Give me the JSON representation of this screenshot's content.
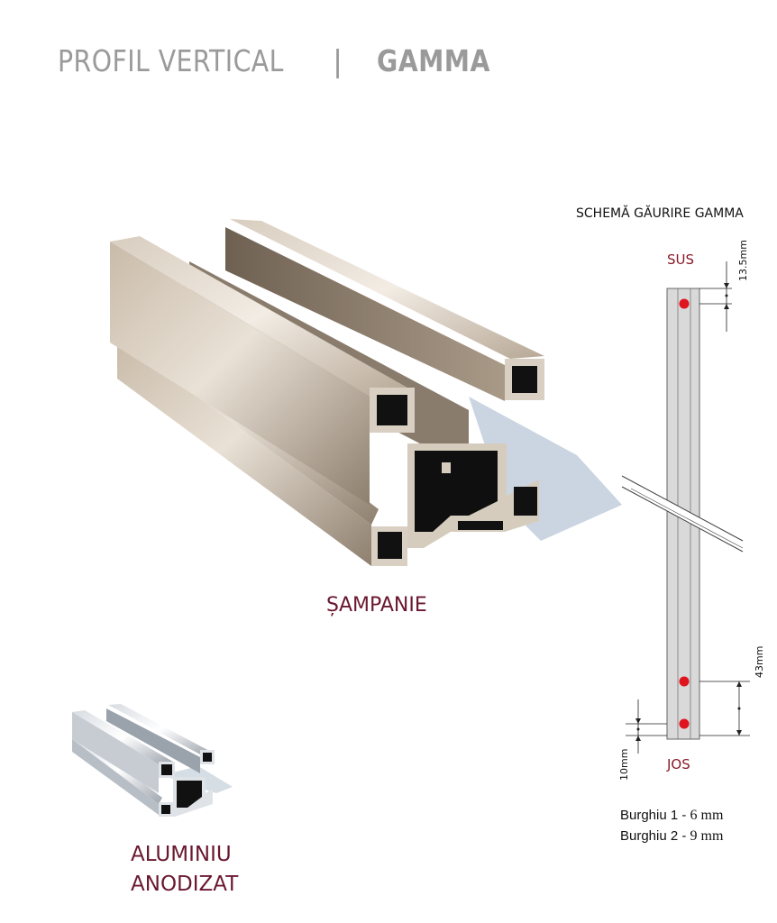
{
  "header": {
    "title_left": "PROFIL VERTICAL",
    "separator": "|",
    "title_right": "GAMMA"
  },
  "variants": {
    "sampanie": "ȘAMPANIE",
    "aluminiu_line1": "ALUMINIU",
    "aluminiu_line2": "ANODIZAT"
  },
  "scheme": {
    "title": "SCHEMĂ GĂURIRE GAMMA",
    "top_label": "SUS",
    "bottom_label": "JOS",
    "dim_top": "13.5mm",
    "dim_between": "43mm",
    "dim_bottom": "10mm",
    "drills": [
      {
        "label": "Burghiu 1 -",
        "value": "6 mm"
      },
      {
        "label": "Burghiu 2 -",
        "value": "9 mm"
      }
    ]
  },
  "colors": {
    "title_gray": "#9a9a9a",
    "accent_maroon": "#6a1830",
    "hole_red": "#e0141e",
    "profile_champagne": "#b8aa98",
    "profile_silver": "#c8ccd2"
  }
}
